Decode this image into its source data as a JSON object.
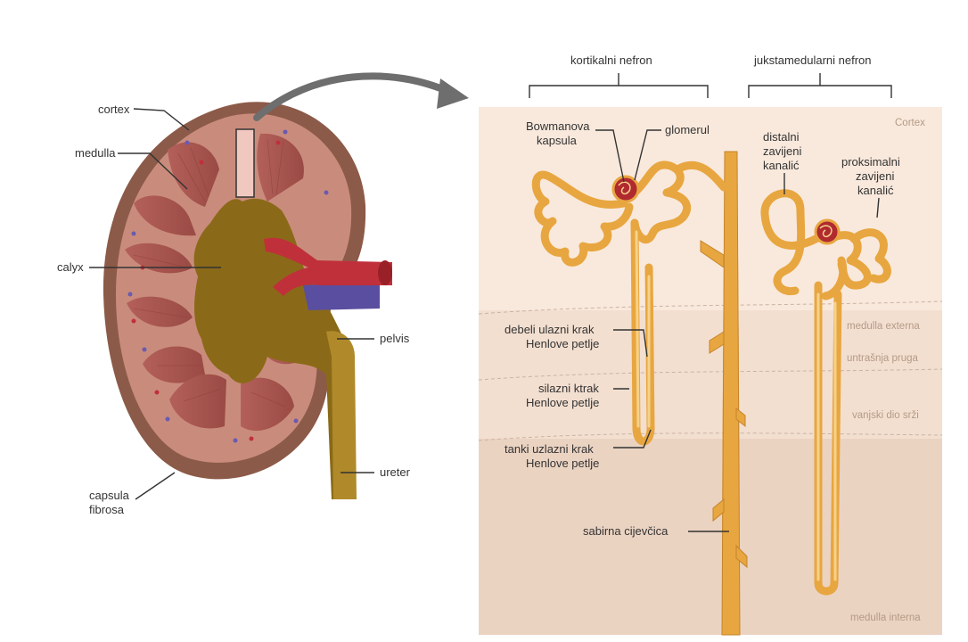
{
  "kidney": {
    "labels": {
      "cortex": "cortex",
      "medulla": "medulla",
      "calyx": "calyx",
      "pelvis": "pelvis",
      "ureter": "ureter",
      "capsula_line1": "capsula",
      "capsula_line2": "fibrosa"
    }
  },
  "nephron": {
    "headers": {
      "cortical": "kortikalni nefron",
      "juxtamedullary": "jukstamedularni nefron"
    },
    "zones": {
      "cortex": "Cortex",
      "medulla_externa": "medulla externa",
      "inner_stripe": "untrašnja pruga",
      "outer_medulla": "vanjski dio srži",
      "medulla_interna": "medulla interna"
    },
    "labels": {
      "bowman_line1": "Bowmanova",
      "bowman_line2": "kapsula",
      "glomerulus": "glomerul",
      "distal_line1": "distalni",
      "distal_line2": "zavijeni",
      "distal_line3": "kanalić",
      "proximal_line1": "proksimalni",
      "proximal_line2": "zavijeni",
      "proximal_line3": "kanalić",
      "thick_ascending_line1": "debeli ulazni krak",
      "thick_ascending_line2": "Henlove petlje",
      "descending_line1": "silazni ktrak",
      "descending_line2": "Henlove petlje",
      "thin_ascending_line1": "tanki uzlazni krak",
      "thin_ascending_line2": "Henlove petlje",
      "collecting_duct": "sabirna cijevčica"
    }
  },
  "colors": {
    "capsule": "#8c5a48",
    "cortex": "#c68878",
    "pyramid": "#a8534a",
    "calyx": "#8a6a18",
    "artery": "#c0303a",
    "vein": "#5a4ea0",
    "tubule": "#e8a640",
    "zone_cortex": "#f9e9dc",
    "zone_outer": "#f2dccc",
    "zone_inner": "#e9cfbd"
  }
}
